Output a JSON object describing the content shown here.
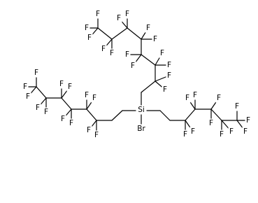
{
  "molecule": {
    "central_atom": "Si",
    "substituent": "Br",
    "fluorine": "F",
    "chains": 3
  }
}
